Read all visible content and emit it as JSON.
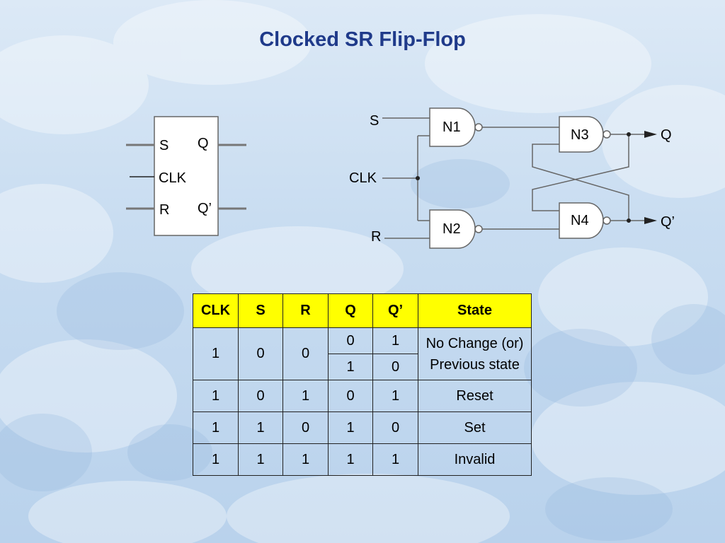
{
  "slide": {
    "title": "Clocked SR Flip-Flop"
  },
  "block_symbol": {
    "labels": [
      "S",
      "Q",
      "CLK",
      "R",
      "Q’"
    ]
  },
  "circuit": {
    "inputs": [
      "S",
      "CLK",
      "R"
    ],
    "gates": [
      "N1",
      "N2",
      "N3",
      "N4"
    ],
    "outputs": [
      "Q",
      "Q’"
    ]
  },
  "truth_table": {
    "headers": [
      "CLK",
      "S",
      "R",
      "Q",
      "Q’",
      "State"
    ],
    "no_change_row": {
      "clk": "1",
      "s": "0",
      "r": "0",
      "q_values": [
        "0",
        "1"
      ],
      "qbar_values": [
        "1",
        "0"
      ],
      "state_line1": "No Change (or)",
      "state_line2": "Previous state"
    },
    "rows": [
      [
        "1",
        "0",
        "1",
        "0",
        "1",
        "Reset"
      ],
      [
        "1",
        "1",
        "0",
        "1",
        "0",
        "Set"
      ],
      [
        "1",
        "1",
        "1",
        "1",
        "1",
        "Invalid"
      ]
    ]
  },
  "colors": {
    "title": "#1f3a8a",
    "header_fill": "#ffff00",
    "gate_fill": "#ffffff",
    "wire": "#666666"
  }
}
